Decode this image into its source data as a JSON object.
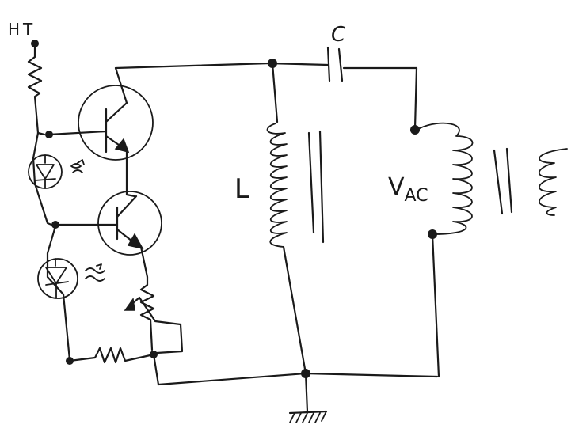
{
  "labels": {
    "supply": "HT",
    "capacitor": "C",
    "inductor": "L",
    "output_v": "V",
    "output_sub": "AC"
  },
  "colors": {
    "ink": "#1a1a1a",
    "paper": "#ffffff"
  }
}
